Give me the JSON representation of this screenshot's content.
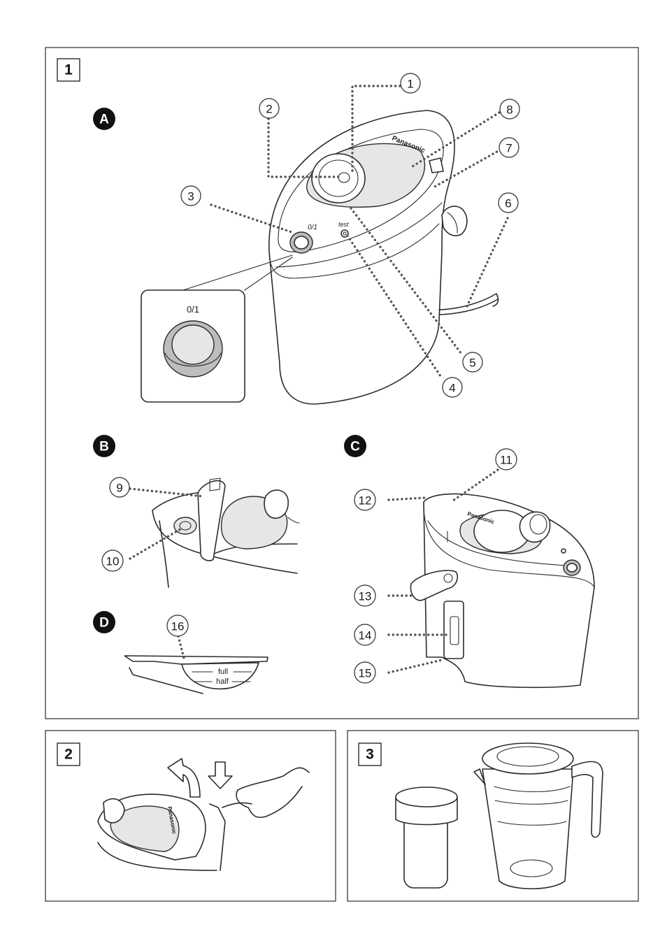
{
  "panels": {
    "panel1": {
      "number": "1"
    },
    "panel2": {
      "number": "2"
    },
    "panel3": {
      "number": "3"
    }
  },
  "sections": {
    "a": "A",
    "b": "B",
    "c": "C",
    "d": "D"
  },
  "callouts": {
    "c1": "1",
    "c2": "2",
    "c3": "3",
    "c4": "4",
    "c5": "5",
    "c6": "6",
    "c7": "7",
    "c8": "8",
    "c9": "9",
    "c10": "10",
    "c11": "11",
    "c12": "12",
    "c13": "13",
    "c14": "14",
    "c15": "15",
    "c16": "16"
  },
  "labels": {
    "power_switch_main": "0/1",
    "power_switch_zoom": "0/1",
    "test_label": "test",
    "brand_a": "Panasonic",
    "brand_c": "Panasonic",
    "brand_2": "Panasonic",
    "gauge_full": "full",
    "gauge_half": "half"
  }
}
